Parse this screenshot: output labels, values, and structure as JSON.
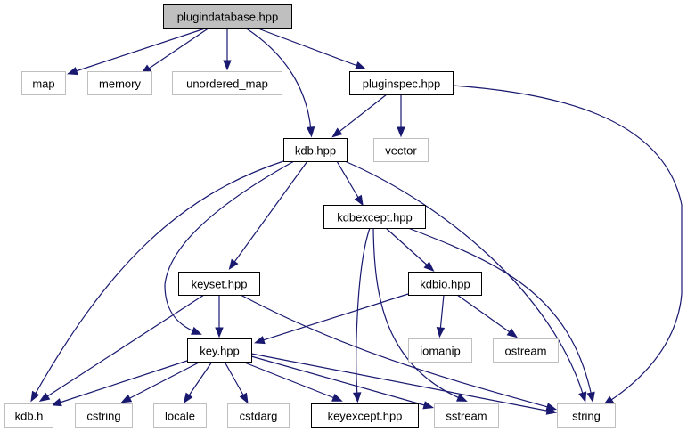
{
  "title": "plugindatabase.hpp include dependency graph",
  "colors": {
    "edge": "#191970",
    "root_fill": "#bfbfbf",
    "root_stroke": "#000000",
    "documented_stroke": "#000000",
    "external_stroke": "#bfbfbf",
    "node_fill": "#ffffff"
  },
  "nodes": [
    {
      "id": "plugindatabase",
      "label": "plugindatabase.hpp",
      "kind": "root"
    },
    {
      "id": "map",
      "label": "map",
      "kind": "external"
    },
    {
      "id": "memory",
      "label": "memory",
      "kind": "external"
    },
    {
      "id": "unordered_map",
      "label": "unordered_map",
      "kind": "external"
    },
    {
      "id": "pluginspec",
      "label": "pluginspec.hpp",
      "kind": "documented"
    },
    {
      "id": "kdbhpp",
      "label": "kdb.hpp",
      "kind": "documented"
    },
    {
      "id": "vector",
      "label": "vector",
      "kind": "external"
    },
    {
      "id": "kdbexcept",
      "label": "kdbexcept.hpp",
      "kind": "documented"
    },
    {
      "id": "keyset",
      "label": "keyset.hpp",
      "kind": "documented"
    },
    {
      "id": "kdbio",
      "label": "kdbio.hpp",
      "kind": "documented"
    },
    {
      "id": "key",
      "label": "key.hpp",
      "kind": "documented"
    },
    {
      "id": "iomanip",
      "label": "iomanip",
      "kind": "external"
    },
    {
      "id": "ostream",
      "label": "ostream",
      "kind": "external"
    },
    {
      "id": "kdbh",
      "label": "kdb.h",
      "kind": "external"
    },
    {
      "id": "cstring",
      "label": "cstring",
      "kind": "external"
    },
    {
      "id": "locale",
      "label": "locale",
      "kind": "external"
    },
    {
      "id": "cstdarg",
      "label": "cstdarg",
      "kind": "external"
    },
    {
      "id": "keyexcept",
      "label": "keyexcept.hpp",
      "kind": "documented"
    },
    {
      "id": "sstream",
      "label": "sstream",
      "kind": "external"
    },
    {
      "id": "string",
      "label": "string",
      "kind": "external"
    }
  ],
  "edges": [
    {
      "from": "plugindatabase",
      "to": "map"
    },
    {
      "from": "plugindatabase",
      "to": "memory"
    },
    {
      "from": "plugindatabase",
      "to": "unordered_map"
    },
    {
      "from": "plugindatabase",
      "to": "pluginspec"
    },
    {
      "from": "plugindatabase",
      "to": "kdbhpp"
    },
    {
      "from": "pluginspec",
      "to": "kdbhpp"
    },
    {
      "from": "pluginspec",
      "to": "vector"
    },
    {
      "from": "pluginspec",
      "to": "string"
    },
    {
      "from": "kdbhpp",
      "to": "kdbexcept"
    },
    {
      "from": "kdbhpp",
      "to": "keyset"
    },
    {
      "from": "kdbhpp",
      "to": "key"
    },
    {
      "from": "kdbhpp",
      "to": "kdbh"
    },
    {
      "from": "kdbhpp",
      "to": "string"
    },
    {
      "from": "kdbexcept",
      "to": "kdbio"
    },
    {
      "from": "kdbexcept",
      "to": "keyexcept"
    },
    {
      "from": "kdbexcept",
      "to": "sstream"
    },
    {
      "from": "kdbexcept",
      "to": "string"
    },
    {
      "from": "keyset",
      "to": "key"
    },
    {
      "from": "keyset",
      "to": "kdbh"
    },
    {
      "from": "keyset",
      "to": "string"
    },
    {
      "from": "kdbio",
      "to": "key"
    },
    {
      "from": "kdbio",
      "to": "iomanip"
    },
    {
      "from": "kdbio",
      "to": "ostream"
    },
    {
      "from": "key",
      "to": "kdbh"
    },
    {
      "from": "key",
      "to": "cstring"
    },
    {
      "from": "key",
      "to": "locale"
    },
    {
      "from": "key",
      "to": "cstdarg"
    },
    {
      "from": "key",
      "to": "keyexcept"
    },
    {
      "from": "key",
      "to": "sstream"
    },
    {
      "from": "key",
      "to": "string"
    }
  ]
}
